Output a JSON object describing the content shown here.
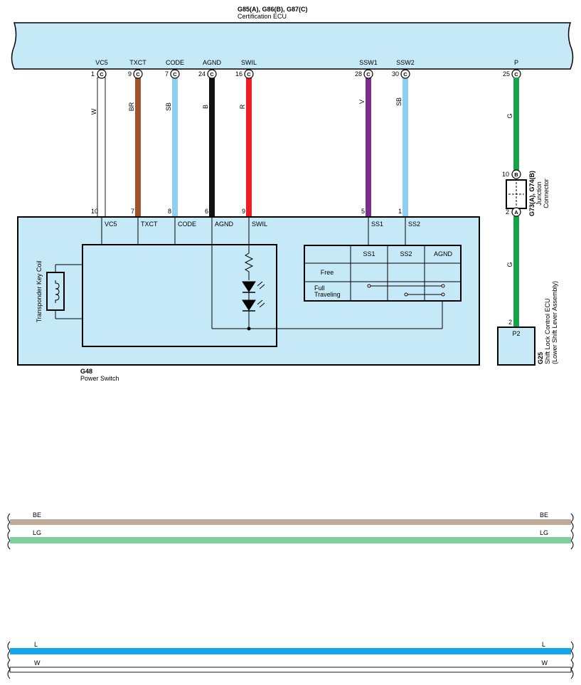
{
  "cert_ecu": {
    "code": "G85(A), G86(B), G87(C)",
    "name": "Certification ECU",
    "pins": [
      {
        "num": "1",
        "conn": "C",
        "label": "VC5",
        "color_code": "W",
        "color": "#ffffff",
        "ps_pin": "10",
        "ps_label": "VC5"
      },
      {
        "num": "9",
        "conn": "C",
        "label": "TXCT",
        "color_code": "BR",
        "color": "#a0522d",
        "ps_pin": "7",
        "ps_label": "TXCT"
      },
      {
        "num": "7",
        "conn": "C",
        "label": "CODE",
        "color_code": "SB",
        "color": "#8fd0f0",
        "ps_pin": "8",
        "ps_label": "CODE"
      },
      {
        "num": "24",
        "conn": "C",
        "label": "AGND",
        "color_code": "B",
        "color": "#111111",
        "ps_pin": "6",
        "ps_label": "AGND"
      },
      {
        "num": "16",
        "conn": "C",
        "label": "SWIL",
        "color_code": "R",
        "color": "#ee1c24",
        "ps_pin": "9",
        "ps_label": "SWIL"
      },
      {
        "num": "28",
        "conn": "C",
        "label": "SSW1",
        "color_code": "V",
        "color": "#7b2d8e",
        "ps_pin": "5",
        "ps_label": "SS1"
      },
      {
        "num": "30",
        "conn": "C",
        "label": "SSW2",
        "color_code": "SB",
        "color": "#8fd0f0",
        "ps_pin": "1",
        "ps_label": "SS2"
      }
    ],
    "p_pin": {
      "num": "25",
      "conn": "C",
      "label": "P"
    }
  },
  "power_switch": {
    "code": "G48",
    "name": "Power Switch",
    "coil_label": "Transponder Key Coil",
    "table": {
      "headers": [
        "SS1",
        "SS2",
        "AGND"
      ],
      "rows": [
        "Free",
        "Full",
        "Traveling"
      ]
    }
  },
  "junction": {
    "code": "G73(A), G74(B)",
    "name1": "Junction",
    "name2": "Connector",
    "top_pin": "10",
    "top_conn": "B",
    "bottom_pin": "2",
    "bottom_conn": "A",
    "wire_code_upper": "G",
    "wire_code_lower": "G",
    "wire_color": "#16a34a"
  },
  "shift_ecu": {
    "code": "G25",
    "name1": "Shift Lock Control ECU",
    "name2": "(Lower Shift Lever Assembly)",
    "pin_num": "2",
    "pin_label": "P2"
  },
  "buses": [
    {
      "code": "BE",
      "color": "#c0aa98"
    },
    {
      "code": "LG",
      "color": "#7fd09e"
    },
    {
      "code": "L",
      "color": "#14a5e6"
    },
    {
      "code": "W",
      "color": "#ffffff"
    }
  ]
}
